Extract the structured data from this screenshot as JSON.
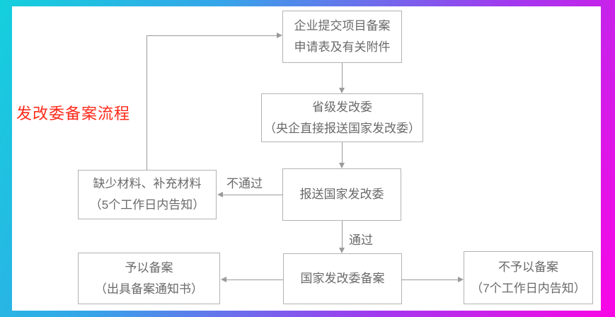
{
  "title": {
    "text": "发改委备案流程"
  },
  "nodes": [
    {
      "id": "submit-application",
      "line1": "企业提交项目备案",
      "line2": "申请表及有关附件"
    },
    {
      "id": "provincial-ndrc",
      "line1": "省级发改委",
      "line2": "（央企直接报送国家发改委）"
    },
    {
      "id": "report-to-ndrc",
      "line1": "报送国家发改委"
    },
    {
      "id": "missing-materials",
      "line1": "缺少材料、补充材料",
      "line2": "（5个工作日内告知）"
    },
    {
      "id": "ndrc-filing",
      "line1": "国家发改委备案"
    },
    {
      "id": "filing-granted",
      "line1": "予以备案",
      "line2": "（出具备案通知书）"
    },
    {
      "id": "filing-denied",
      "line1": "不予以备案",
      "line2": "（7个工作日内告知）"
    }
  ],
  "edge_labels": {
    "fail": "不通过",
    "pass": "通过"
  },
  "colors": {
    "frame_g1": "#14d0dd",
    "frame_g2": "#36a4e9",
    "frame_g3": "#a139ee",
    "frame_g4": "#fb05e5",
    "box_border": "#b3b3b3",
    "box_text": "#6a6a6a",
    "connector": "#9a9a9a",
    "title": "#fe2b1b"
  }
}
